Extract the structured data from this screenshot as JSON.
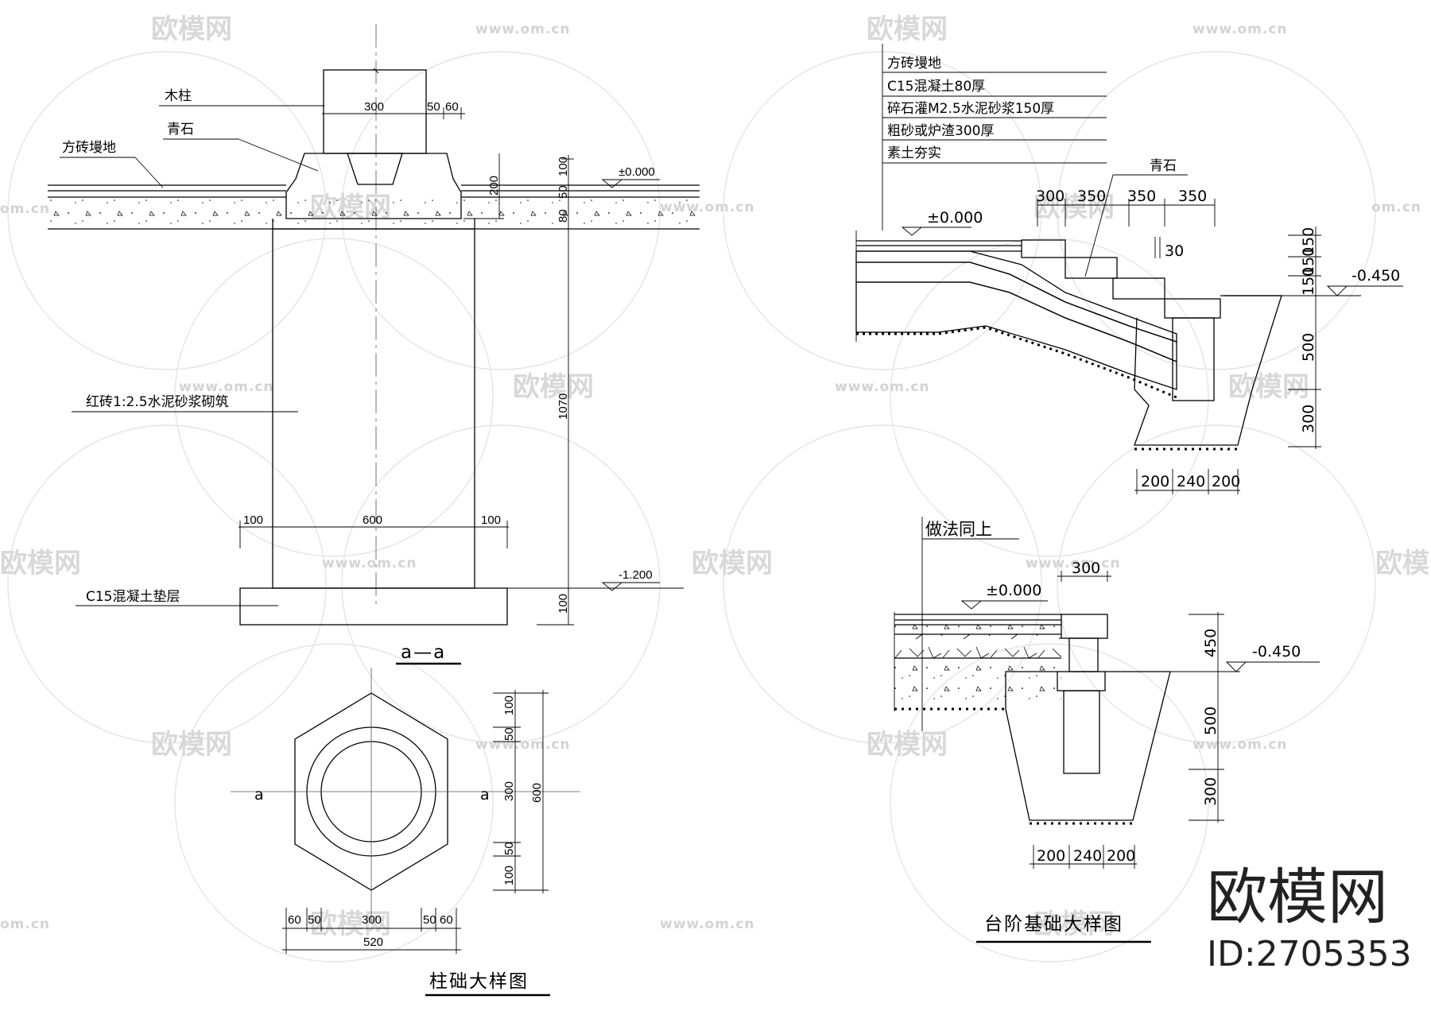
{
  "watermark": {
    "brand": "欧模网",
    "url": "www.om.cn",
    "url_short": "om.cn"
  },
  "brand_mark": {
    "name": "欧模网",
    "id_label": "ID:2705353"
  },
  "column_section": {
    "title": "a—a",
    "label_post": "木柱",
    "label_stone": "青石",
    "label_paving": "方砖墁地",
    "label_brick": "红砖1:2.5水泥砂浆砌筑",
    "label_pad": "C15混凝土垫层",
    "elev_top": "±0.000",
    "elev_bottom": "-1.200",
    "dims": {
      "d300": "300",
      "d50": "50",
      "d60": "60",
      "d200": "200",
      "d100a": "100",
      "d50b": "50",
      "d80": "80",
      "d1070": "1070",
      "d100b": "100",
      "d100l": "100",
      "d600": "600",
      "d100r": "100"
    }
  },
  "column_plan": {
    "title": "柱础大样图",
    "axis_left": "a",
    "axis_right": "a",
    "dims_v": [
      "100",
      "50",
      "300",
      "50",
      "100",
      "600"
    ],
    "dims_h": [
      "60",
      "50",
      "300",
      "50",
      "60",
      "520"
    ]
  },
  "steps_detail": {
    "layers": [
      "方砖墁地",
      "C15混凝土80厚",
      "碎石灌M2.5水泥砂浆150厚",
      "粗砂或炉渣300厚",
      "素土夯实"
    ],
    "label_stone": "青石",
    "elev_top": "±0.000",
    "elev_low": "-0.450",
    "slope_label": "30",
    "dims_top": [
      "300",
      "350",
      "350",
      "350"
    ],
    "dims_right": [
      "150",
      "150",
      "150",
      "500",
      "300"
    ],
    "dims_bottom": [
      "200",
      "240",
      "200"
    ]
  },
  "steps_detail_2": {
    "note": "做法同上",
    "elev_top": "±0.000",
    "elev_low": "-0.450",
    "dim_top": "300",
    "dims_right": [
      "450",
      "500",
      "300"
    ],
    "dims_bottom": [
      "200",
      "240",
      "200"
    ],
    "title": "台阶基础大样图"
  }
}
